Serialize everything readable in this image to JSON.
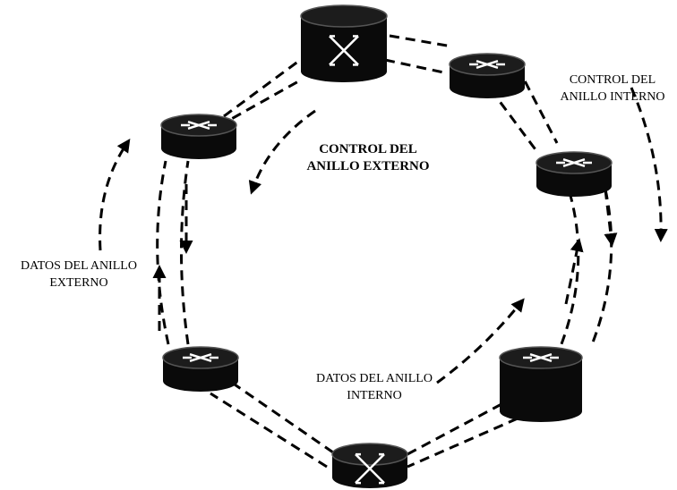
{
  "labels": {
    "control_externo": "CONTROL DEL\nANILLO EXTERNO",
    "control_interno": "CONTROL DEL\nANILLO INTERNO",
    "datos_externo": "DATOS DEL ANILLO\nEXTERNO",
    "datos_interno": "DATOS DEL ANILLO\nINTERNO"
  },
  "nodes": [
    {
      "kind": "switch",
      "icon": "switch-icon"
    },
    {
      "kind": "router",
      "icon": "router-icon"
    },
    {
      "kind": "router",
      "icon": "router-icon"
    },
    {
      "kind": "router",
      "icon": "router-icon"
    },
    {
      "kind": "switch",
      "icon": "switch-icon"
    },
    {
      "kind": "router",
      "icon": "router-icon"
    },
    {
      "kind": "router",
      "icon": "router-icon"
    },
    {
      "kind": "router",
      "icon": "router-icon"
    }
  ],
  "colors": {
    "ink": "#000000",
    "device_body": "#0a0a0a",
    "device_top": "#1c1c1c",
    "device_arrow": "#ffffff"
  }
}
